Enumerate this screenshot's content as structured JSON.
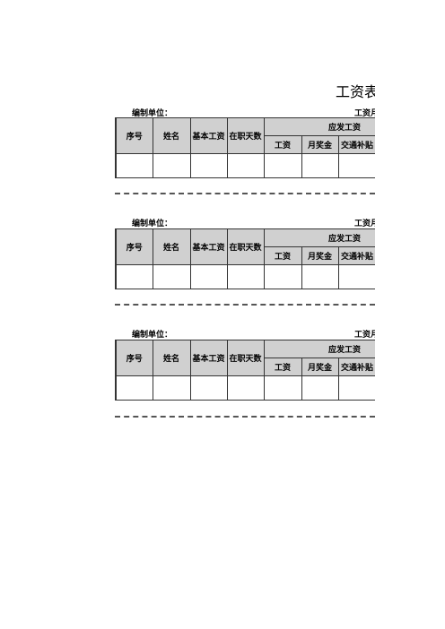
{
  "title": "工资表",
  "sections": [
    {
      "unit_label": "编制单位：",
      "month_label": "工资月份",
      "headers": {
        "seq": "序号",
        "name": "姓名",
        "base_salary": "基本工资",
        "work_days": "在职天数",
        "payable_group": "应发工资",
        "salary": "工资",
        "monthly_bonus": "月奖金",
        "transport_allowance": "交通补贴"
      }
    },
    {
      "unit_label": "编制单位：",
      "month_label": "工资月份",
      "headers": {
        "seq": "序号",
        "name": "姓名",
        "base_salary": "基本工资",
        "work_days": "在职天数",
        "payable_group": "应发工资",
        "salary": "工资",
        "monthly_bonus": "月奖金",
        "transport_allowance": "交通补贴"
      }
    },
    {
      "unit_label": "编制单位：",
      "month_label": "工资月份",
      "headers": {
        "seq": "序号",
        "name": "姓名",
        "base_salary": "基本工资",
        "work_days": "在职天数",
        "payable_group": "应发工资",
        "salary": "工资",
        "monthly_bonus": "月奖金",
        "transport_allowance": "交通补贴"
      }
    }
  ]
}
